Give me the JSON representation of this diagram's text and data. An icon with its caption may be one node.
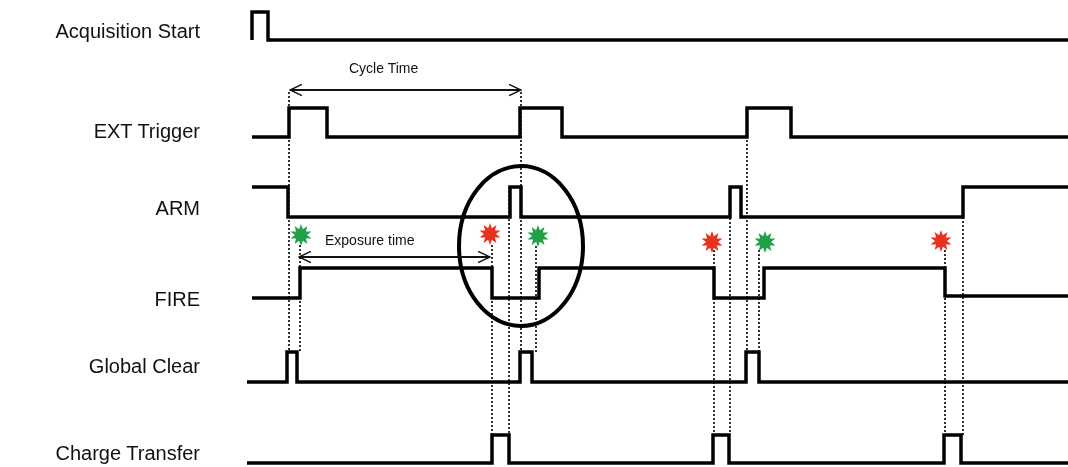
{
  "diagram": {
    "labels": [
      "Acquisition Start",
      "Cycle Time",
      "EXT Trigger",
      "ARM",
      "Exposure time",
      "FIRE",
      "Global Clear",
      "Charge Transfer"
    ]
  }
}
